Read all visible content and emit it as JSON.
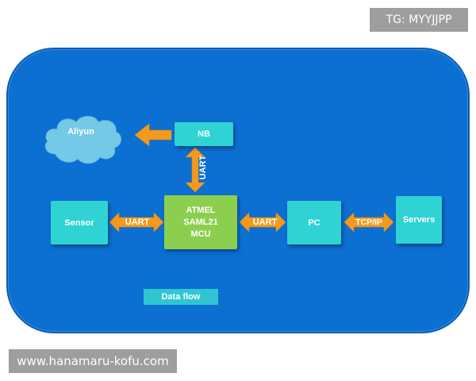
{
  "tags": {
    "tg": "TG: MYYJJPP",
    "site": "www.hanamaru-kofu.com"
  },
  "diagram": {
    "nodes": {
      "cloud": "Aliyun",
      "nb": "NB",
      "sensor": "Sensor",
      "mcu_line1": "ATMEL",
      "mcu_line2": "SAML21",
      "mcu_line3": "MCU",
      "pc": "PC",
      "servers": "Servers"
    },
    "edges": {
      "sensor_mcu": "UART",
      "mcu_nb": "UART",
      "mcu_pc": "UART",
      "pc_servers": "TCP/IP"
    },
    "legend": "Data flow"
  },
  "colors": {
    "panel": "#0c6fd2",
    "node_cyan": "#2fd3d3",
    "node_green": "#8ccf4e",
    "arrow": "#f39a1e",
    "cloud": "#74c9e6"
  }
}
